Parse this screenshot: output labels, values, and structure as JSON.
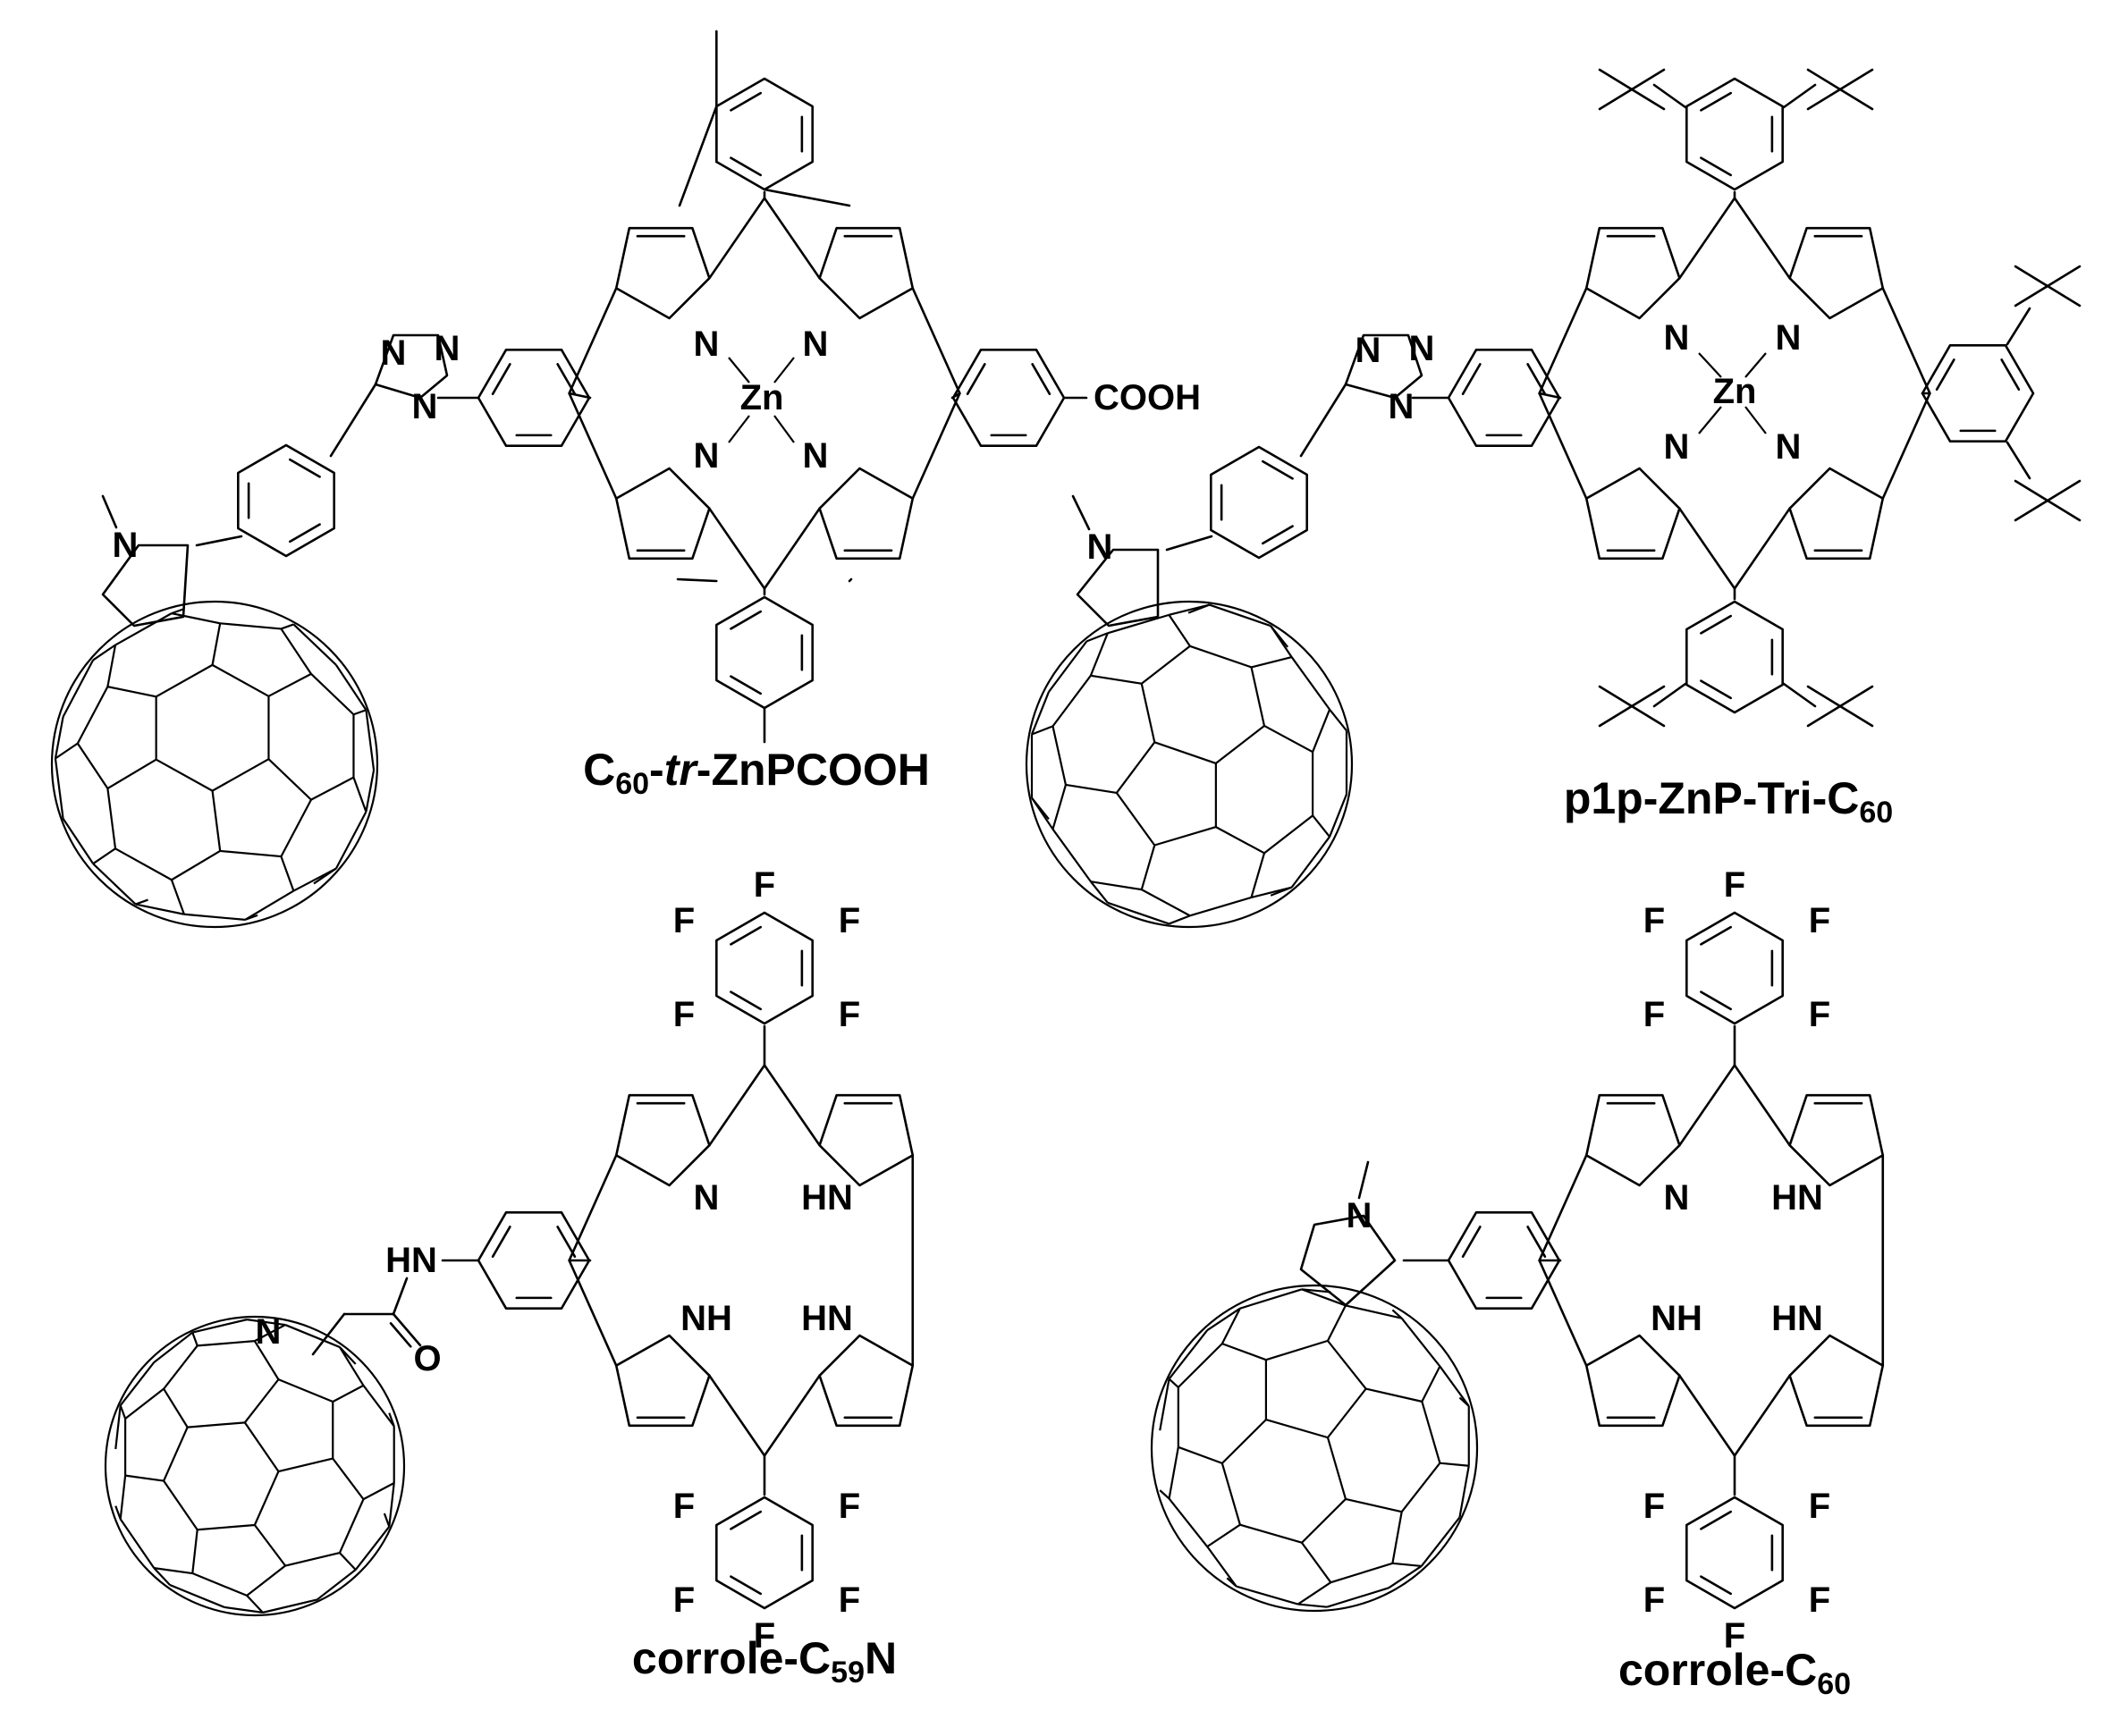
{
  "compounds": [
    {
      "name_parts": [
        {
          "t": "C"
        },
        {
          "t": "60",
          "sub": true
        },
        {
          "t": "-"
        },
        {
          "t": "tr",
          "italic": true
        },
        {
          "t": "-ZnPCOOH"
        }
      ]
    },
    {
      "name_parts": [
        {
          "t": "p1p-ZnP-Tri-C"
        },
        {
          "t": "60",
          "sub": true
        }
      ]
    },
    {
      "name_parts": [
        {
          "t": "corrole-C"
        },
        {
          "t": "59",
          "sub": true
        },
        {
          "t": "N"
        }
      ]
    },
    {
      "name_parts": [
        {
          "t": "corrole-C"
        },
        {
          "t": "60",
          "sub": true
        }
      ]
    }
  ],
  "atoms": {
    "N": "N",
    "NH": "NH",
    "HN": "HN",
    "Zn": "Zn",
    "F": "F",
    "O": "O",
    "COOH": "COOH"
  }
}
